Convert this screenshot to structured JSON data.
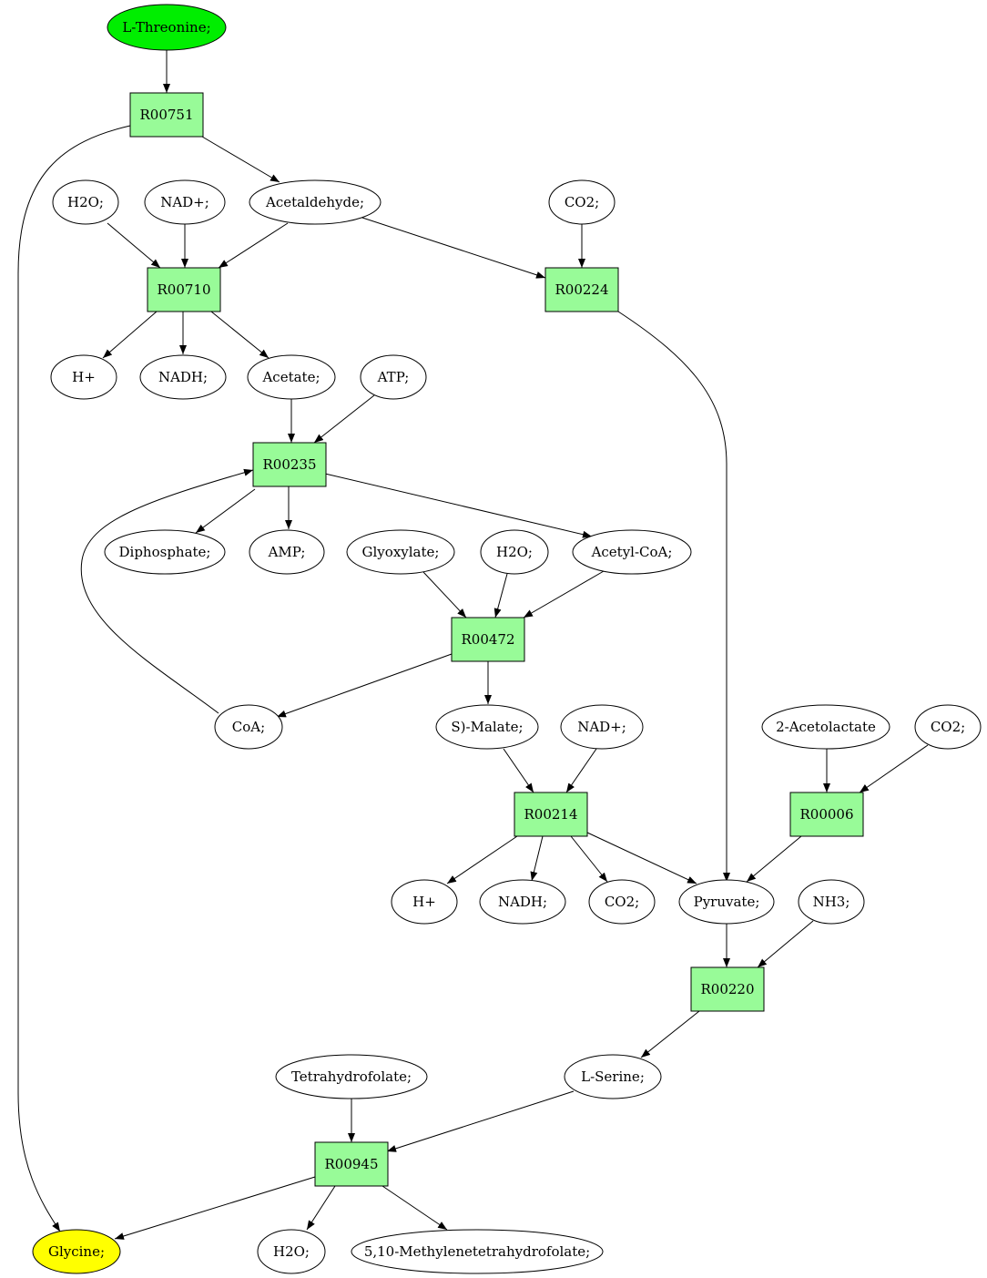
{
  "colors": {
    "reaction_fill": "#98fb98",
    "start_fill": "#00ee00",
    "end_fill": "#ffff00",
    "metabolite_fill": "#ffffff",
    "stroke": "#000000"
  },
  "nodes": {
    "thr": {
      "label": "L-Threonine;",
      "kind": "start"
    },
    "r00751": {
      "label": "R00751",
      "kind": "reaction"
    },
    "h2o_1": {
      "label": "H2O;",
      "kind": "metabolite"
    },
    "nad_1": {
      "label": "NAD+;",
      "kind": "metabolite"
    },
    "acetaldehyde": {
      "label": "Acetaldehyde;",
      "kind": "metabolite"
    },
    "co2_1": {
      "label": "CO2;",
      "kind": "metabolite"
    },
    "r00710": {
      "label": "R00710",
      "kind": "reaction"
    },
    "r00224": {
      "label": "R00224",
      "kind": "reaction"
    },
    "hplus_1": {
      "label": "H+",
      "kind": "metabolite"
    },
    "nadh_1": {
      "label": "NADH;",
      "kind": "metabolite"
    },
    "acetate": {
      "label": "Acetate;",
      "kind": "metabolite"
    },
    "atp": {
      "label": "ATP;",
      "kind": "metabolite"
    },
    "r00235": {
      "label": "R00235",
      "kind": "reaction"
    },
    "diphosphate": {
      "label": "Diphosphate;",
      "kind": "metabolite"
    },
    "amp": {
      "label": "AMP;",
      "kind": "metabolite"
    },
    "glyoxylate": {
      "label": "Glyoxylate;",
      "kind": "metabolite"
    },
    "h2o_2": {
      "label": "H2O;",
      "kind": "metabolite"
    },
    "acetylcoa": {
      "label": "Acetyl-CoA;",
      "kind": "metabolite"
    },
    "r00472": {
      "label": "R00472",
      "kind": "reaction"
    },
    "coa": {
      "label": "CoA;",
      "kind": "metabolite"
    },
    "malate": {
      "label": "S)-Malate;",
      "kind": "metabolite"
    },
    "nad_2": {
      "label": "NAD+;",
      "kind": "metabolite"
    },
    "acetolactate": {
      "label": "2-Acetolactate",
      "kind": "metabolite"
    },
    "co2_2": {
      "label": "CO2;",
      "kind": "metabolite"
    },
    "r00214": {
      "label": "R00214",
      "kind": "reaction"
    },
    "r00006": {
      "label": "R00006",
      "kind": "reaction"
    },
    "hplus_2": {
      "label": "H+",
      "kind": "metabolite"
    },
    "nadh_2": {
      "label": "NADH;",
      "kind": "metabolite"
    },
    "co2_3": {
      "label": "CO2;",
      "kind": "metabolite"
    },
    "pyruvate": {
      "label": "Pyruvate;",
      "kind": "metabolite"
    },
    "nh3": {
      "label": "NH3;",
      "kind": "metabolite"
    },
    "r00220": {
      "label": "R00220",
      "kind": "reaction"
    },
    "thf": {
      "label": "Tetrahydrofolate;",
      "kind": "metabolite"
    },
    "serine": {
      "label": "L-Serine;",
      "kind": "metabolite"
    },
    "r00945": {
      "label": "R00945",
      "kind": "reaction"
    },
    "glycine": {
      "label": "Glycine;",
      "kind": "end"
    },
    "h2o_3": {
      "label": "H2O;",
      "kind": "metabolite"
    },
    "methylene_thf": {
      "label": "5,10-Methylenetetrahydrofolate;",
      "kind": "metabolite"
    }
  }
}
